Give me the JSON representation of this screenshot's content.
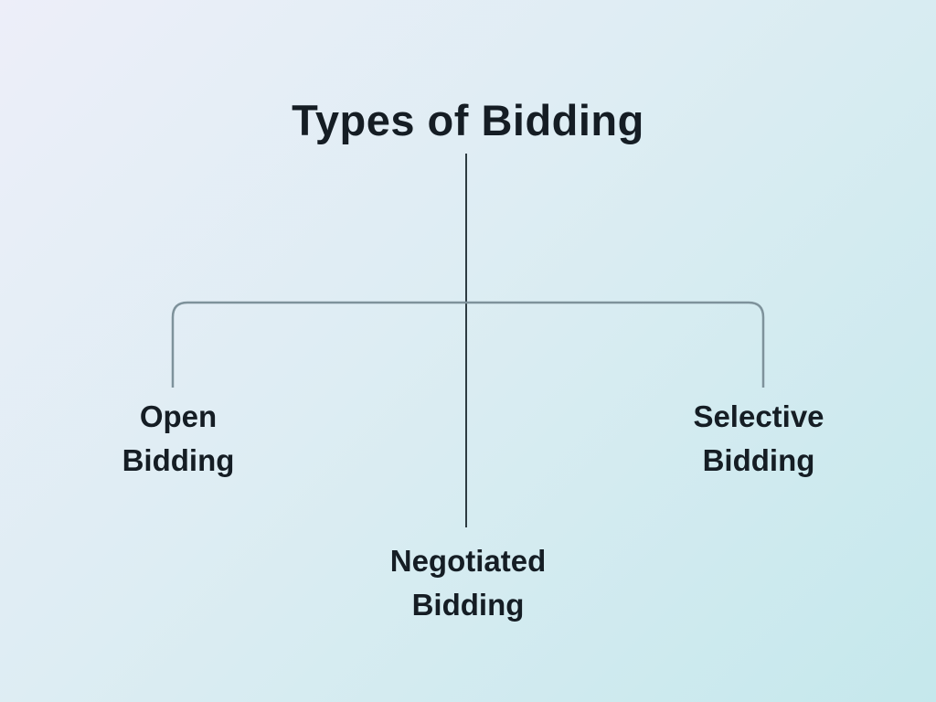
{
  "diagram": {
    "title": "Types of Bidding",
    "nodes": {
      "open": {
        "line1": "Open",
        "line2": "Bidding"
      },
      "selective": {
        "line1": "Selective",
        "line2": "Bidding"
      },
      "negotiated": {
        "line1": "Negotiated",
        "line2": "Bidding"
      }
    }
  },
  "colors": {
    "text": "#151d24",
    "center_line": "#2d3b41",
    "bracket_line": "#7e929b",
    "background_top_left": "#edeef9",
    "background_bottom_right": "#c5e8ec"
  }
}
